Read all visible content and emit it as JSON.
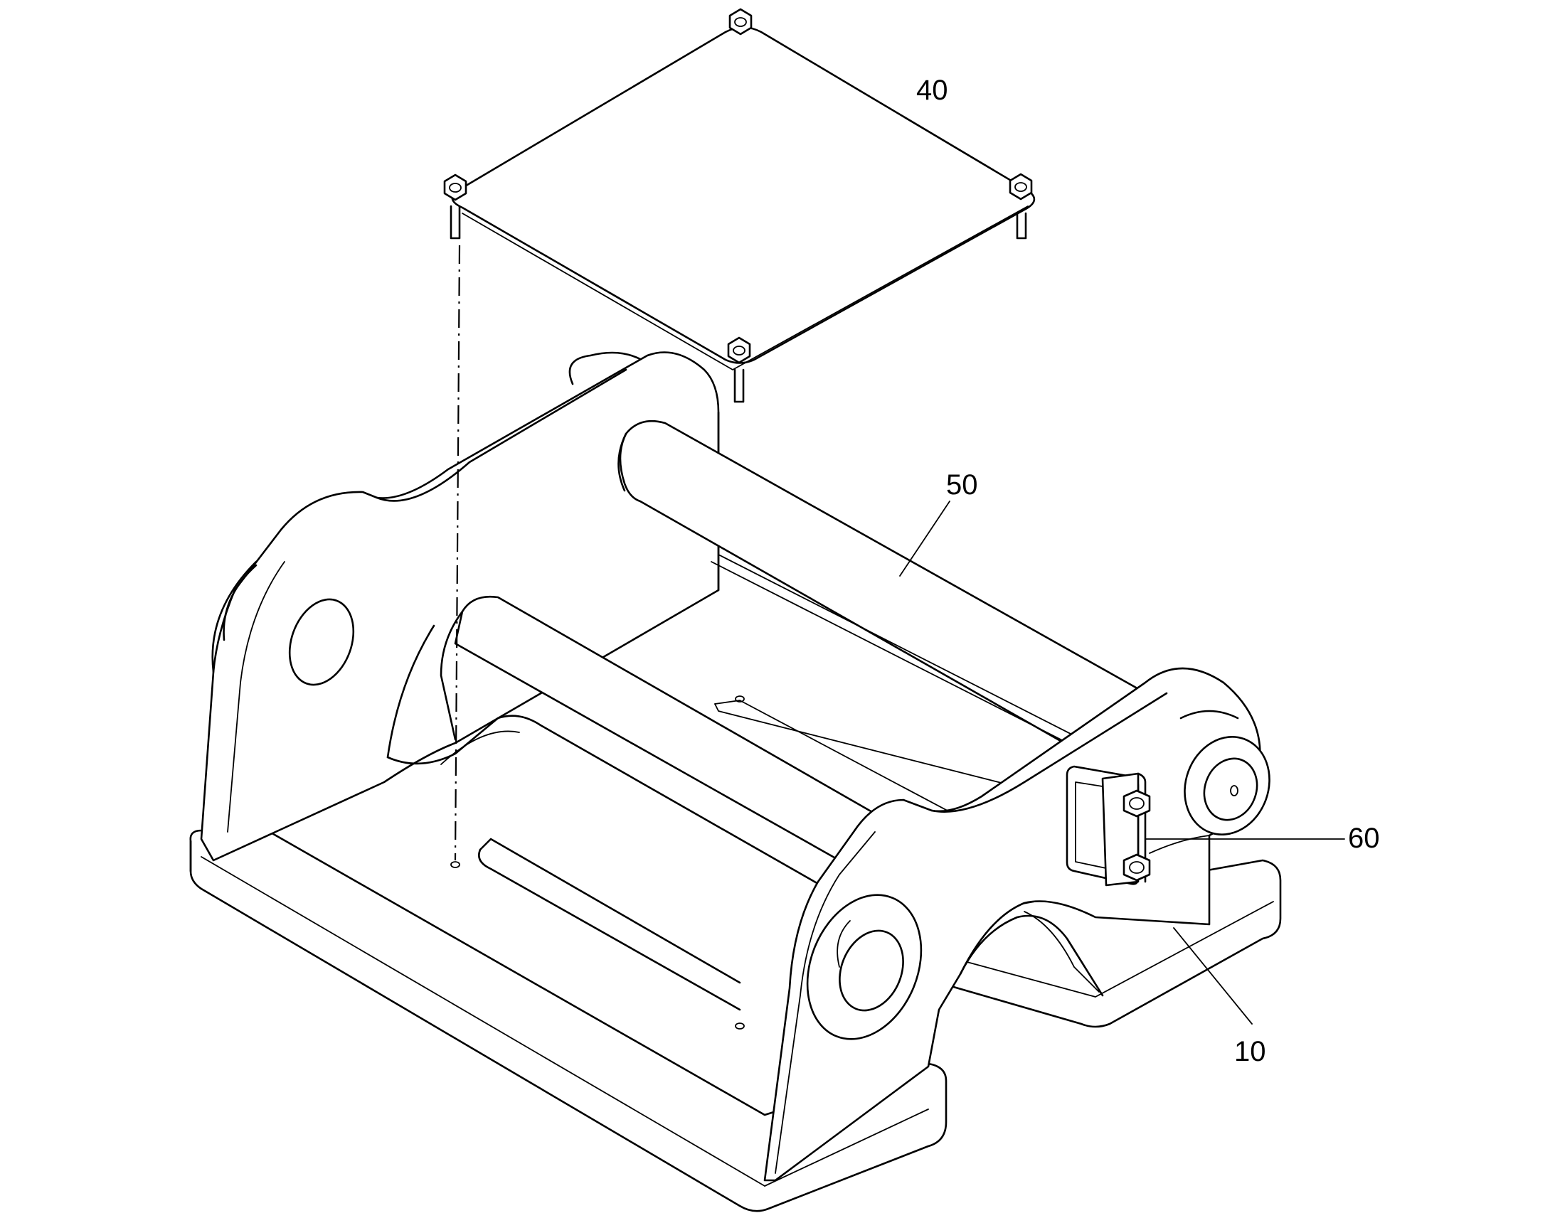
{
  "figure": {
    "labels": {
      "cover_plate": "40",
      "pin": "50",
      "bracket": "60",
      "frame": "10"
    }
  }
}
